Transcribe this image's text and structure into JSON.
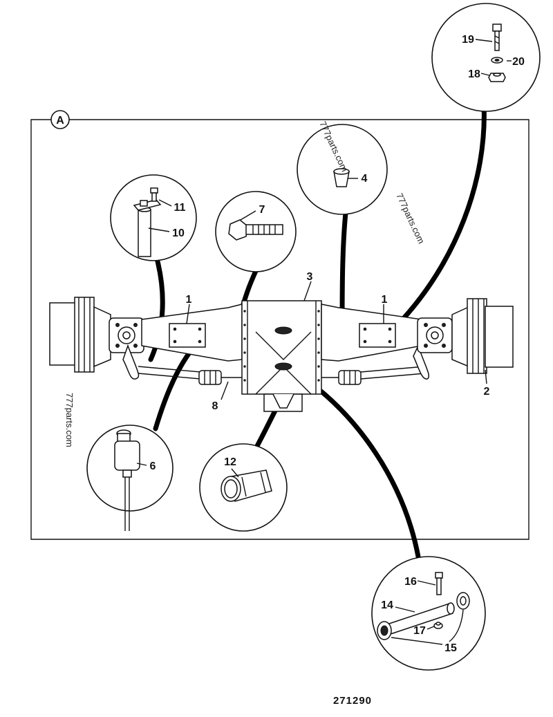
{
  "view_label": "A",
  "figure_number": "271290",
  "watermarks": [
    "777parts.com",
    "777parts.com",
    "777parts.com"
  ],
  "callouts": {
    "c1a": "1",
    "c1b": "1",
    "c2": "2",
    "c3": "3",
    "c4": "4",
    "c6": "6",
    "c7": "7",
    "c8": "8",
    "c10": "10",
    "c11": "11",
    "c12": "12",
    "c14": "14",
    "c15": "15",
    "c16": "16",
    "c17": "17",
    "c18": "18",
    "c19": "19",
    "c20": "20"
  }
}
